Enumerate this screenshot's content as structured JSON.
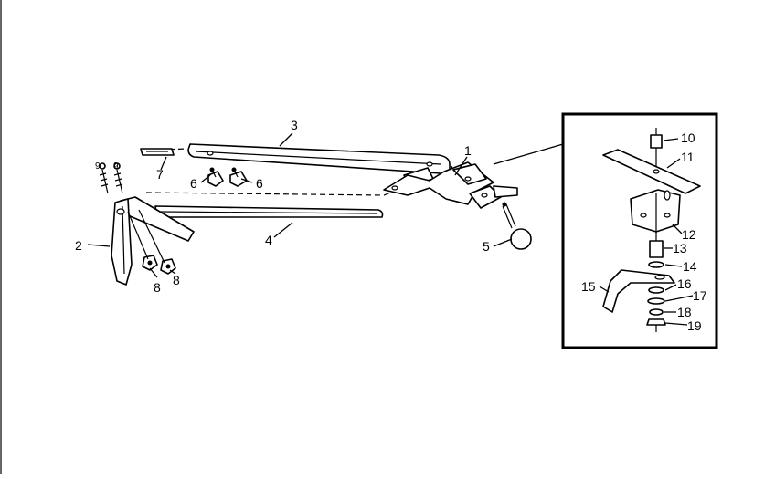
{
  "diagram": {
    "callouts": [
      "1",
      "2",
      "3",
      "4",
      "5",
      "6",
      "6",
      "7",
      "8",
      "8",
      "9",
      "9",
      "10",
      "11",
      "12",
      "13",
      "14",
      "15",
      "16",
      "17",
      "18",
      "19"
    ]
  }
}
